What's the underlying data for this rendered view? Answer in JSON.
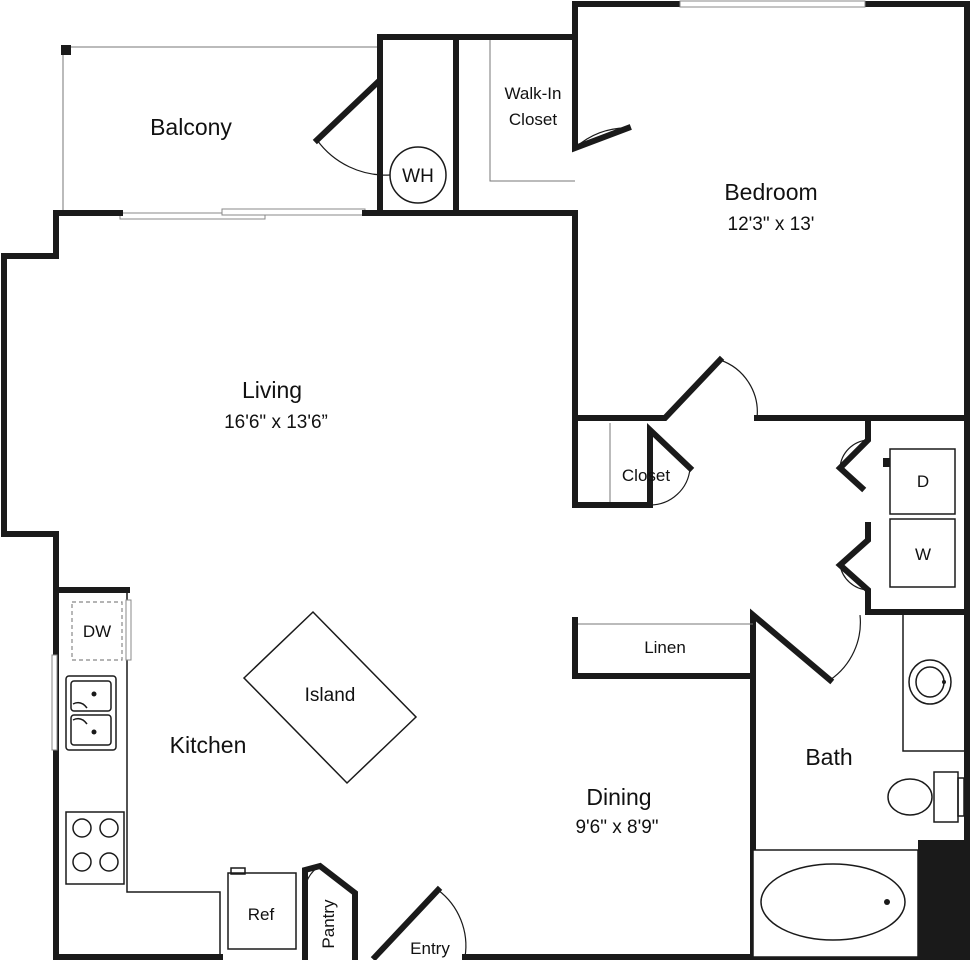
{
  "rooms": {
    "balcony": "Balcony",
    "walk_in_closet_1": "Walk-In",
    "walk_in_closet_2": "Closet",
    "water_heater": "WH",
    "bedroom": "Bedroom",
    "bedroom_dims": "12'3\" x 13'",
    "living": "Living",
    "living_dims": "16'6\" x 13'6”",
    "closet": "Closet",
    "dryer": "D",
    "washer": "W",
    "linen": "Linen",
    "dishwasher": "DW",
    "island": "Island",
    "kitchen": "Kitchen",
    "bath": "Bath",
    "dining": "Dining",
    "dining_dims": "9'6\" x 8'9\"",
    "refrigerator": "Ref",
    "pantry": "Pantry",
    "entry": "Entry"
  }
}
